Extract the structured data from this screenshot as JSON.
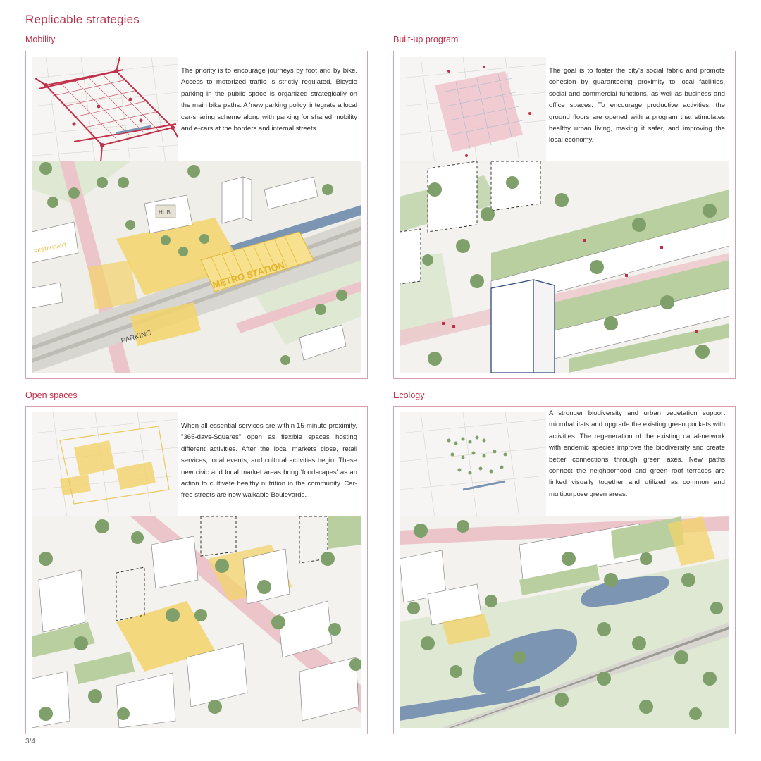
{
  "page": {
    "title": "Replicable strategies",
    "page_number": "3/4"
  },
  "sections": {
    "mobility": {
      "label": "Mobility",
      "text": "The priority is to encourage journeys by foot and by bike. Access to motorized traffic is strictly regulated. Bicycle parking in the public space is organized strategically on the main bike paths. A 'new parking policy' integrate a local car-sharing scheme along with parking for shared mobility and e-cars at the borders and internal streets.",
      "map_labels": {
        "metro": "METRO STATION",
        "parking": "PARKING",
        "hub": "HUB",
        "restaurant": "RESTAURANT"
      }
    },
    "built_up": {
      "label": "Built-up program",
      "text": "The goal is to foster the city's social fabric and promote cohesion by guaranteeing proximity to local facilities, social and commercial functions, as well as business and office spaces. To encourage productive activities, the ground floors are opened with a program that stimulates healthy urban living, making it safer, and improving the local economy."
    },
    "open_spaces": {
      "label": "Open spaces",
      "text": "When all essential services are within 15-minute proximity, \"365-days-Squares\" open as flexible spaces hosting different activities. After the local markets close, retail services, local events, and cultural activities begin. These new civic and local market areas bring 'foodscapes' as an action to cultivate healthy nutrition in the community. Car-free streets are now walkable Boulevards."
    },
    "ecology": {
      "label": "Ecology",
      "text": "A stronger biodiversity and urban vegetation support microhabitats and upgrade the existing green pockets with activities. The regeneration of the existing canal-network with endemic species improve the biodiversity and create better connections through green axes. New paths connect the neighborhood and green roof terraces are linked visually together and utilized as common and multipurpose green areas."
    }
  },
  "colors": {
    "accent": "#c0304a",
    "yellow_square": "#f3d36a",
    "green": "#c7d9b4",
    "tree": "#7fa06a",
    "water": "#7c95b3",
    "pink_path": "#e8b7bd"
  }
}
